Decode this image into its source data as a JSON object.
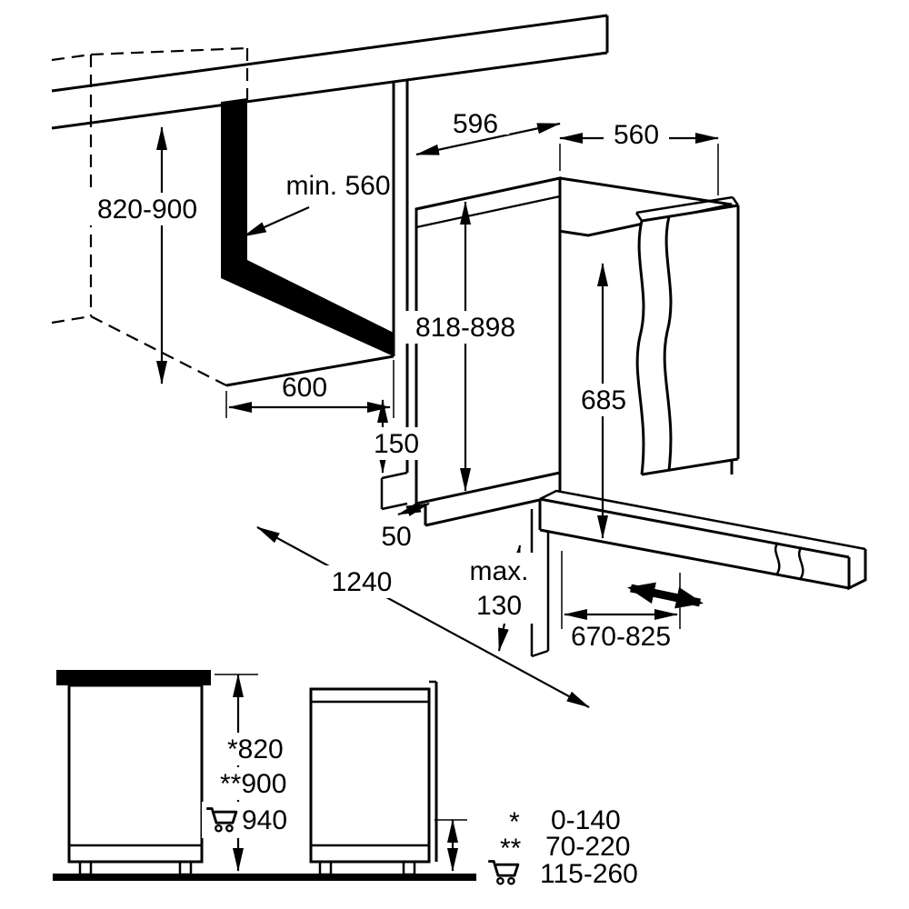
{
  "diagram": {
    "type": "built-in-dishwasher-installation-dimensions",
    "niche": {
      "height": "820-900",
      "depth": "min. 560",
      "width": "600"
    },
    "appliance": {
      "width": "596",
      "depth": "560",
      "height": "818-898",
      "door_panel_height": "685"
    },
    "plinth": {
      "height": "150",
      "recess": "50",
      "max_label": "max.",
      "max_value": "130"
    },
    "clearance": {
      "total_depth_open": "1240",
      "door_travel": "670-825"
    },
    "elevation": {
      "height_star": "*820",
      "height_double_star": "**900",
      "height_cart": "940"
    },
    "legend": {
      "star_symbol": "*",
      "star_value": "0-140",
      "double_star_symbol": "**",
      "double_star_value": "70-220",
      "cart_value": "115-260"
    }
  },
  "icons": {
    "cart": "shopping-cart",
    "slide_arrow": "double-headed-slide-arrow"
  },
  "colors": {
    "line": "#000000",
    "background": "#ffffff"
  }
}
